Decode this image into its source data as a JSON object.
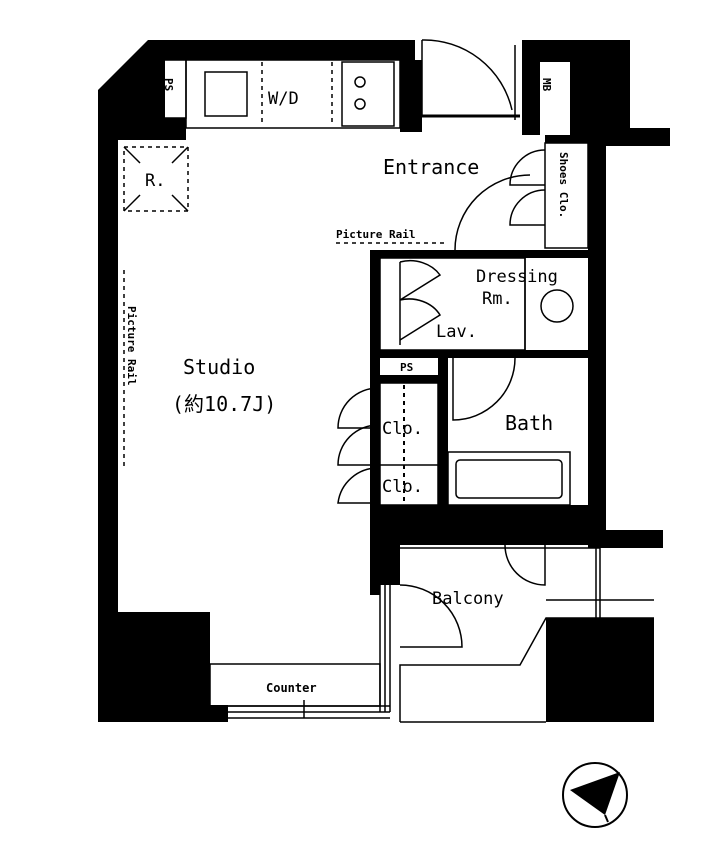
{
  "rooms": {
    "studio": "Studio",
    "studio_area": "(約10.7J)",
    "entrance": "Entrance",
    "dressing_line1": "Dressing",
    "dressing_line2": "Rm.",
    "lav": "Lav.",
    "bath": "Bath",
    "balcony": "Balcony",
    "counter": "Counter",
    "closet_1": "Clo.",
    "closet_2": "Clo.",
    "shoes_closet": "Shoes Clo.",
    "washer_dryer": "W/D",
    "refrigerator": "R.",
    "ps_top": "PS",
    "ps_mid": "PS",
    "mb": "MB",
    "picture_rail_top": "Picture Rail",
    "picture_rail_side": "Picture Rail"
  },
  "icons": {
    "compass": "north-arrow-icon",
    "stove": "stove-burner-icon",
    "sink": "sink-icon"
  }
}
